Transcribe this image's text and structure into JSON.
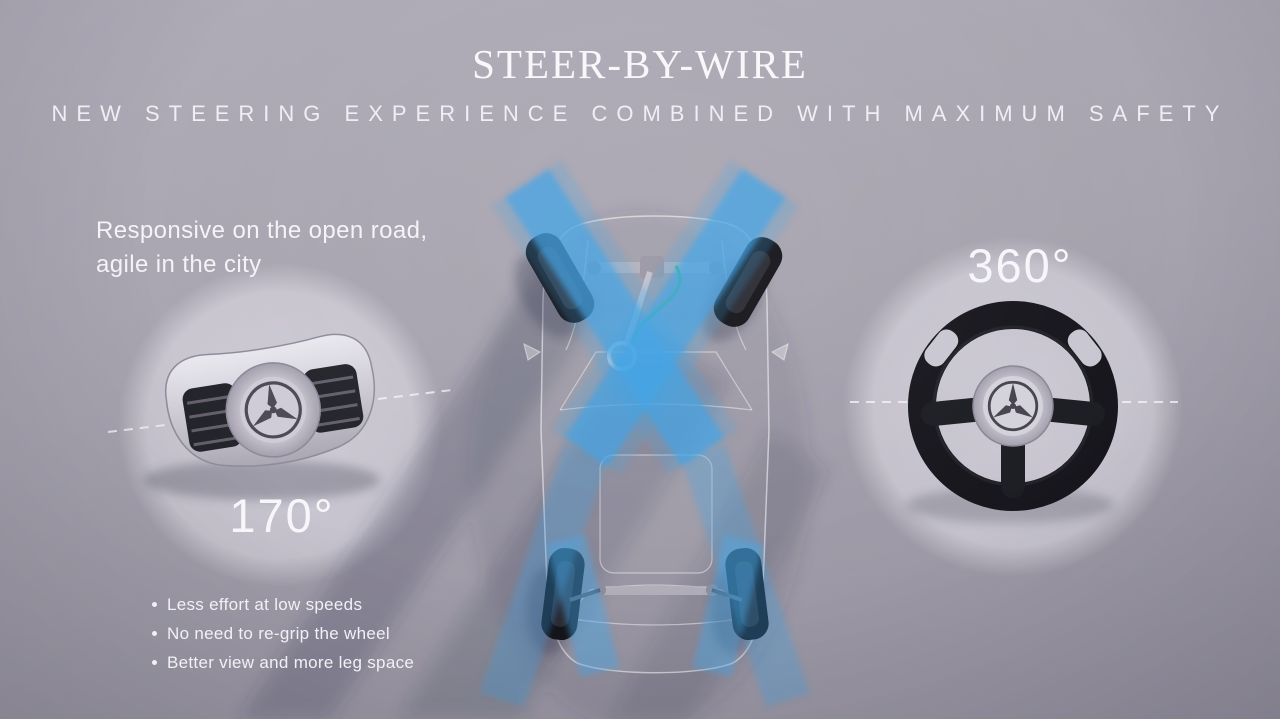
{
  "header": {
    "title": "STEER-BY-WIRE",
    "subtitle": "NEW STEERING EXPERIENCE COMBINED WITH MAXIMUM SAFETY"
  },
  "left_panel": {
    "caption_line1": "Responsive on the open road,",
    "caption_line2": "agile in the city",
    "angle_label": "170°",
    "bullets": [
      "Less effort at low speeds",
      "No need to re-grip the wheel",
      "Better view and more leg space"
    ]
  },
  "right_panel": {
    "angle_label": "360°"
  },
  "colors": {
    "background": "#a7a3af",
    "beam_blue": "#3da2e6",
    "cable_green": "#2ec24e",
    "text_white": "#f4f3f7",
    "tire_dark": "#15151b",
    "circle_light": "#e3e1ea"
  }
}
